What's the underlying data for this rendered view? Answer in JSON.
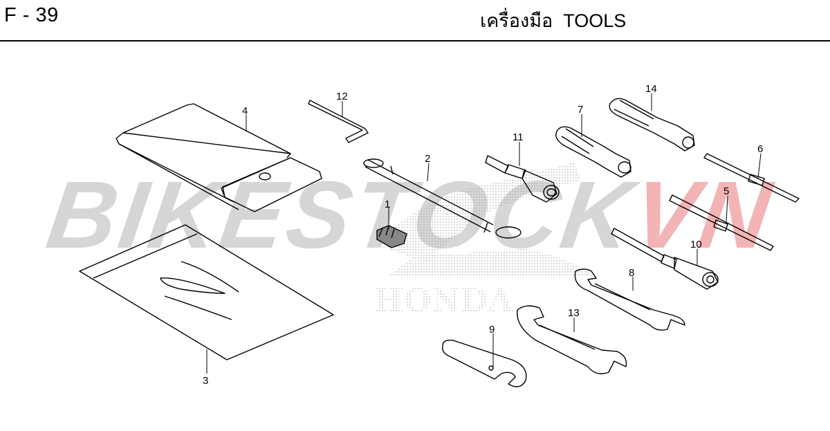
{
  "header": {
    "page_code": "F - 39",
    "title": "เครื่องมือ  TOOLS"
  },
  "watermark": {
    "text_main": "BIKESTOCK",
    "text_accent": "VN",
    "main_color": "#cfcfcf",
    "accent_color": "#f0a8a8"
  },
  "background_logo": "HONDA",
  "callouts": [
    "1",
    "2",
    "3",
    "4",
    "5",
    "6",
    "7",
    "8",
    "9",
    "10",
    "11",
    "12",
    "13",
    "14"
  ]
}
